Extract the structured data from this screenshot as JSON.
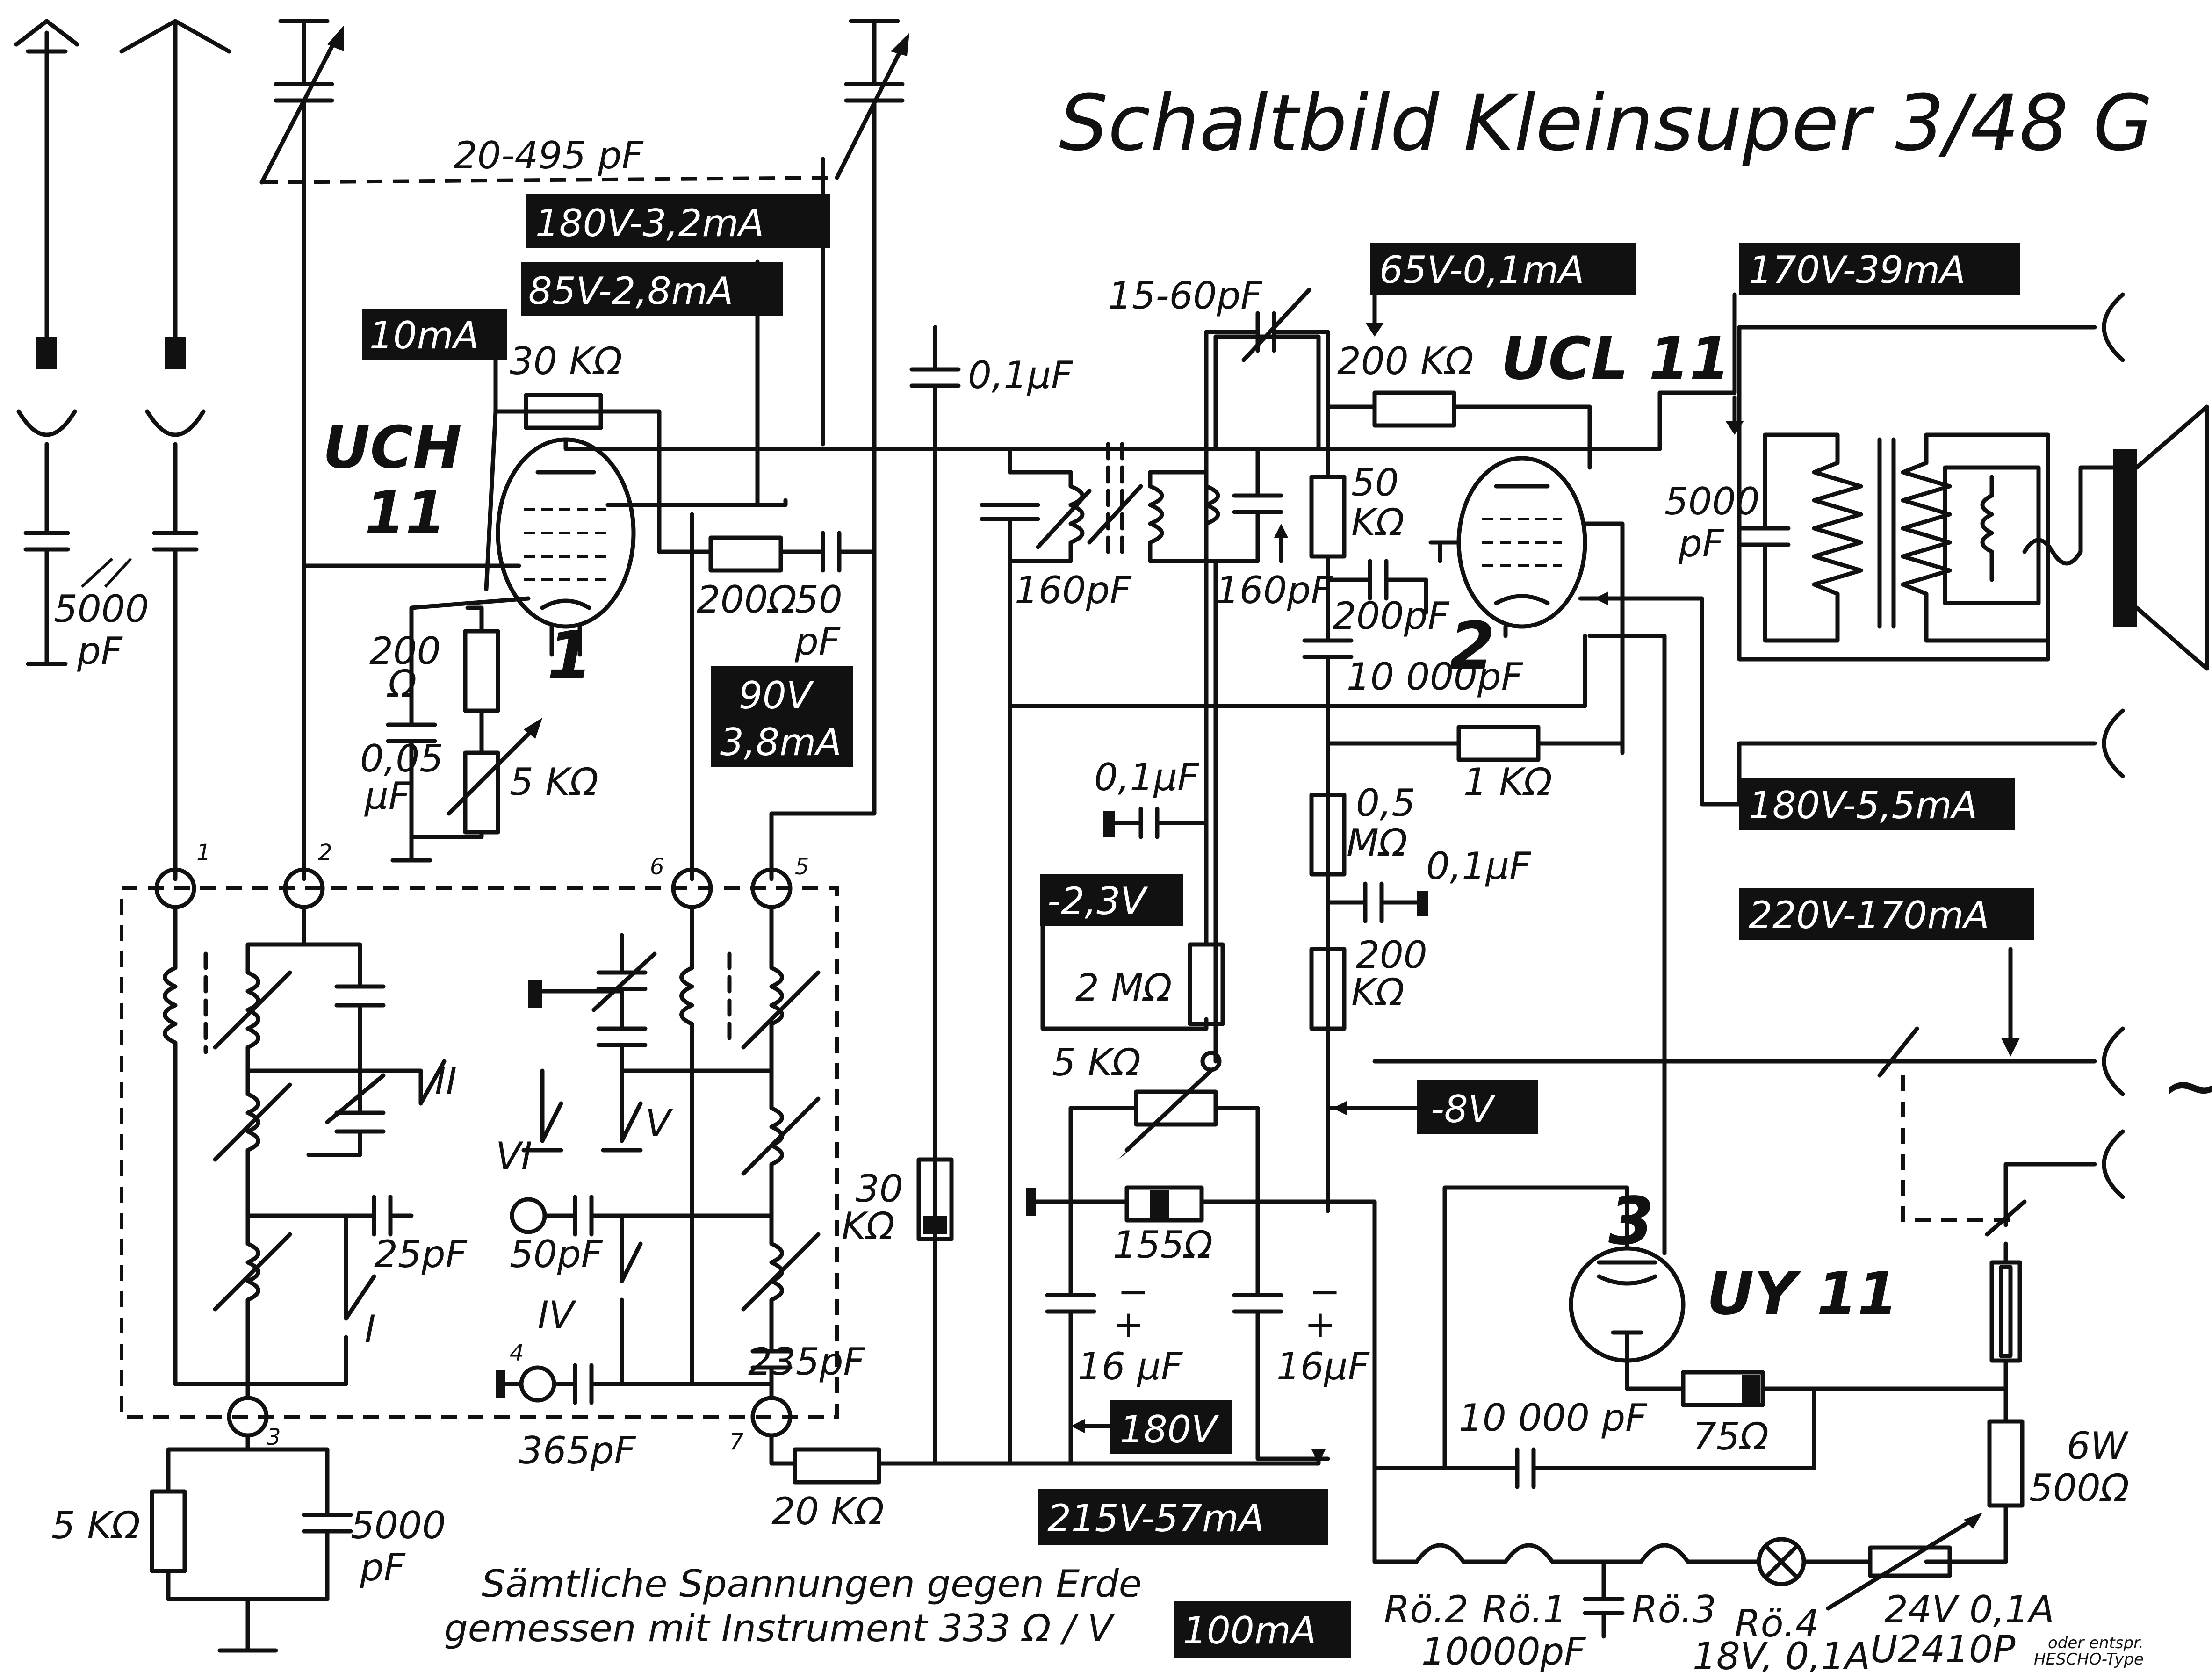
{
  "title": "Schaltbild Kleinsuper 3/48 G",
  "tubes": {
    "uch11_a": "UCH",
    "uch11_b": "11",
    "uch11_num": "1",
    "ucl11": "UCL 11",
    "ucl11_num": "2",
    "uy11": "UY 11",
    "uy11_num": "3"
  },
  "voltage_labels": {
    "v1": "180V-3,2mA",
    "v2": "85V-2,8mA",
    "v3": "10mA",
    "v4": "90V",
    "v4b": "3,8mA",
    "v5": "65V-0,1mA",
    "v6": "170V-39mA",
    "v7": "180V-5,5mA",
    "v8": "220V-170mA",
    "v9": "-2,3V",
    "v10": "-8V",
    "v11": "180V",
    "v12": "215V-57mA",
    "v13": "100mA"
  },
  "component_labels": {
    "c_tune": "20-495 pF",
    "c_ant1": "5000",
    "c_ant2": "pF",
    "r_30k": "30 KΩ",
    "r_200ohm_a": "200",
    "r_200ohm_b": "Ω",
    "c_005a": "0,05",
    "c_005b": "µF",
    "r_5k_pot": "5 KΩ",
    "r_200ohm_g": "200Ω",
    "c_50pf_a": "50",
    "c_50pf_b": "pF",
    "c_01uf_top": "0,1µF",
    "c_15_60": "15-60pF",
    "c_160pf_l": "160pF",
    "c_160pf_r": "160pF",
    "r_200k_top": "200 KΩ",
    "r_50k_a": "50",
    "r_50k_b": "KΩ",
    "c_200pf": "200pF",
    "c_10000pf": "10 000pF",
    "c_5000pf_out_a": "5000",
    "c_5000pf_out_b": "pF",
    "r_1k": "1 KΩ",
    "r_05m_a": "0,5",
    "r_05m_b": "MΩ",
    "c_01uf_mid": "0,1µF",
    "c_01uf_left": "0,1µF",
    "r_2m": "2 MΩ",
    "r_5k_vol": "5 KΩ",
    "r_200k_b_a": "200",
    "r_200k_b_b": "KΩ",
    "r_30k_b_a": "30",
    "r_30k_b_b": "KΩ",
    "r_155": "155Ω",
    "c_16uf_a": "16 µF",
    "c_16uf_b": "16µF",
    "c_25pf": "25pF",
    "c_50pf_coil": "50pF",
    "c_235pf": "235pF",
    "c_365pf": "365pF",
    "r_20k": "20 KΩ",
    "r_5k_bot": "5 KΩ",
    "c_5000_bot_a": "5000",
    "c_5000_bot_b": "pF",
    "c_10000_uy": "10 000 pF",
    "r_75": "75Ω",
    "r_6w_a": "6W",
    "r_6w_b": "500Ω",
    "sw_I": "I",
    "sw_II": "II",
    "sw_IV": "IV",
    "sw_V": "V",
    "sw_VI": "VI",
    "plus1": "+",
    "minus1": "−",
    "plus2": "+",
    "minus2": "−",
    "pin1": "1",
    "pin2": "2",
    "pin3": "3",
    "pin4": "4",
    "pin5": "5",
    "pin6": "6",
    "pin7": "7",
    "tilde": "~"
  },
  "heater_labels": {
    "ro2": "Rö.2",
    "ro1": "Rö.1",
    "ro3": "Rö.3",
    "ro4": "Rö.4",
    "c_hz_a": "10000pF",
    "lamp_a": "18V, 0,1A",
    "reg_a": "24V 0,1A",
    "reg_b": "U2410P",
    "oder_a": "oder entspr.",
    "oder_b": "HESCHO-Type"
  },
  "notes": {
    "line1": "Sämtliche Spannungen gegen Erde",
    "line2": "gemessen mit Instrument  333 Ω / V"
  }
}
